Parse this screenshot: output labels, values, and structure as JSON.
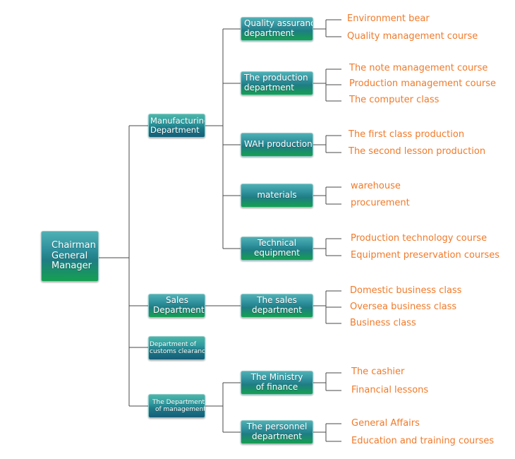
{
  "nodes": {
    "chairman": [
      "Chairman",
      "General",
      "Manager"
    ],
    "manufacturing": [
      "Manufacturing",
      "Department"
    ],
    "sales": [
      "Sales",
      "Department"
    ],
    "customs": [
      "Department of",
      "customs clearance"
    ],
    "management": [
      "The Department",
      "of management"
    ],
    "quality": [
      "Quality assurance",
      "department"
    ],
    "production": [
      "The production",
      "department"
    ],
    "wah": [
      "WAH production"
    ],
    "materials": [
      "materials"
    ],
    "technical": [
      "Technical",
      "equipment"
    ],
    "sales_dept": [
      "The sales",
      "department"
    ],
    "finance": [
      "The Ministry",
      "of finance"
    ],
    "personnel": [
      "The personnel",
      "department"
    ]
  },
  "leaves": {
    "quality": [
      "Environment bear",
      "Quality management course"
    ],
    "production": [
      "The note management course",
      "Production management course",
      "The computer class"
    ],
    "wah": [
      "The first class production",
      "The second lesson production"
    ],
    "materials": [
      "warehouse",
      "procurement"
    ],
    "technical": [
      "Production technology course",
      "Equipment preservation courses"
    ],
    "sales_dept": [
      "Domestic business class",
      "Oversea business class",
      "Business class"
    ],
    "finance": [
      "The cashier",
      "Financial lessons"
    ],
    "personnel": [
      "General Affairs",
      "Education and training courses"
    ]
  }
}
